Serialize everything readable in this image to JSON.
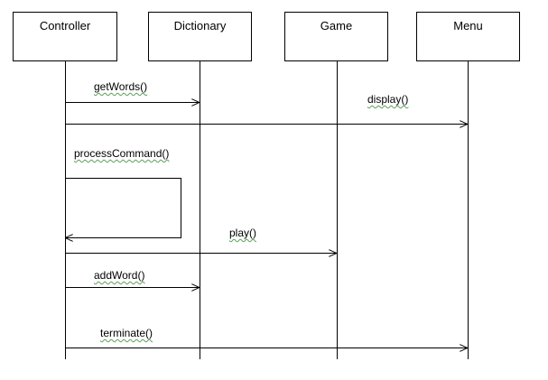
{
  "participants": [
    {
      "name": "Controller"
    },
    {
      "name": "Dictionary"
    },
    {
      "name": "Game"
    },
    {
      "name": "Menu"
    }
  ],
  "messages": [
    {
      "label": "getWords()",
      "from": "Controller",
      "to": "Dictionary"
    },
    {
      "label": "display()",
      "from": "Controller",
      "to": "Menu"
    },
    {
      "label": "processCommand()",
      "from": "Controller",
      "to": "Controller"
    },
    {
      "label": "play()",
      "from": "Controller",
      "to": "Game"
    },
    {
      "label": "addWord()",
      "from": "Controller",
      "to": "Dictionary"
    },
    {
      "label": "terminate()",
      "from": "Controller",
      "to": "Menu"
    }
  ]
}
